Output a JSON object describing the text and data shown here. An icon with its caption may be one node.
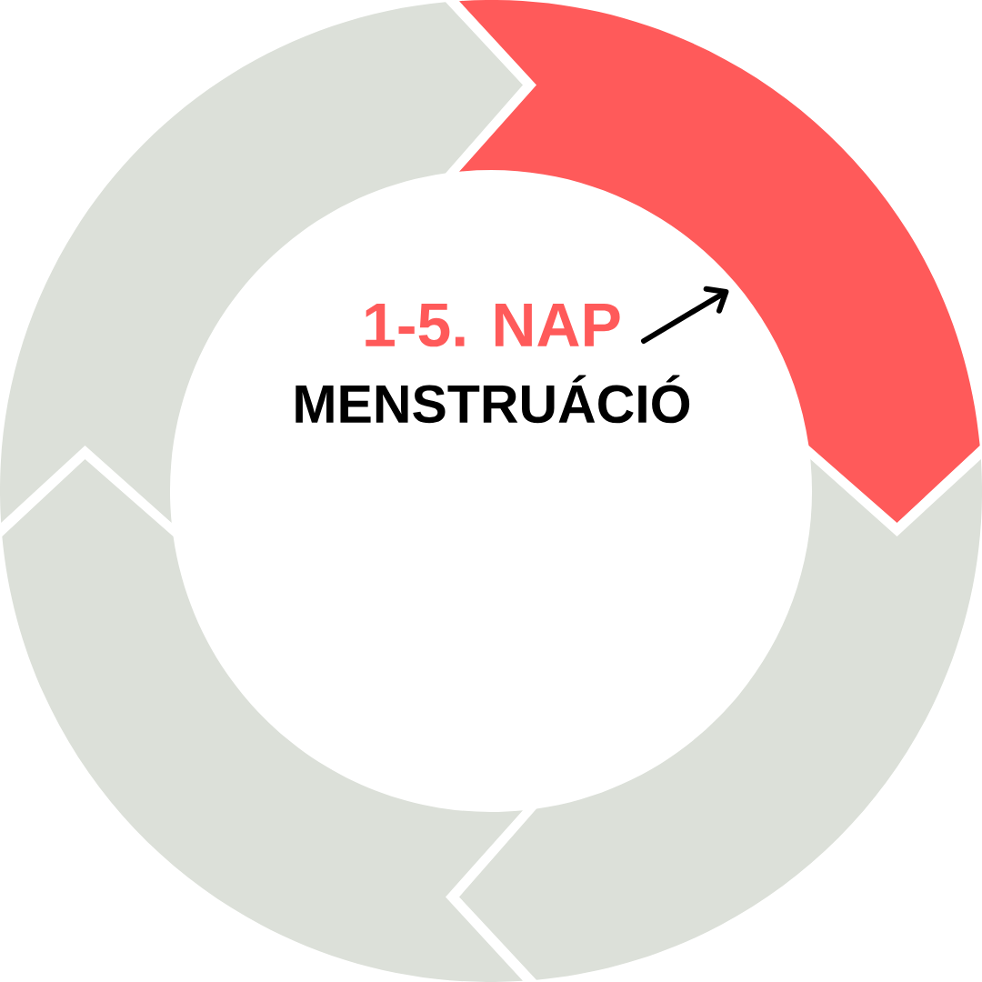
{
  "diagram": {
    "nodes": [
      {
        "text": [],
        "shape": "arc"
      },
      {
        "text": [],
        "shape": "arc"
      },
      {
        "text": [],
        "shape": "arc"
      },
      {
        "text": [],
        "shape": "arc"
      },
      {
        "text": [
          "1-5. NAP",
          "MENSTRUÁCIÓ"
        ]
      }
    ],
    "edges": [
      {
        "from": 4,
        "to": 0,
        "arrow": "to"
      }
    ]
  }
}
